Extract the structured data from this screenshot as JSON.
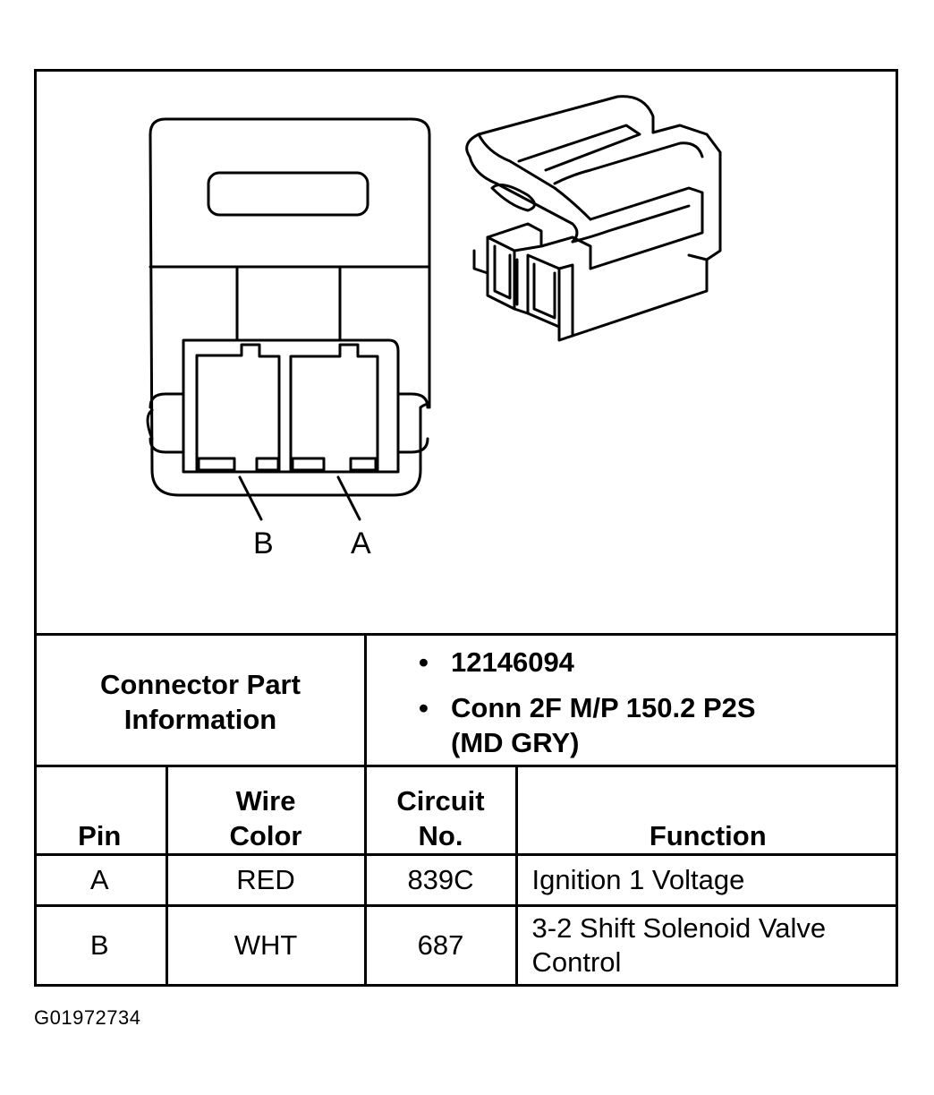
{
  "diagram": {
    "pin_labels": [
      "B",
      "A"
    ]
  },
  "connector_info": {
    "title": "Connector Part Information",
    "bullets": [
      "12146094",
      "Conn 2F M/P 150.2 P2S",
      "(MD GRY)"
    ]
  },
  "table": {
    "headers": {
      "pin": "Pin",
      "wire_color_line1": "Wire",
      "wire_color_line2": "Color",
      "circuit_line1": "Circuit",
      "circuit_line2": "No.",
      "function": "Function"
    },
    "rows": [
      {
        "pin": "A",
        "wire_color": "RED",
        "circuit": "839C",
        "function_line1": "Ignition 1 Voltage",
        "function_line2": ""
      },
      {
        "pin": "B",
        "wire_color": "WHT",
        "circuit": "687",
        "function_line1": "3-2 Shift Solenoid Valve",
        "function_line2": "Control"
      }
    ]
  },
  "figure_id": "G01972734"
}
